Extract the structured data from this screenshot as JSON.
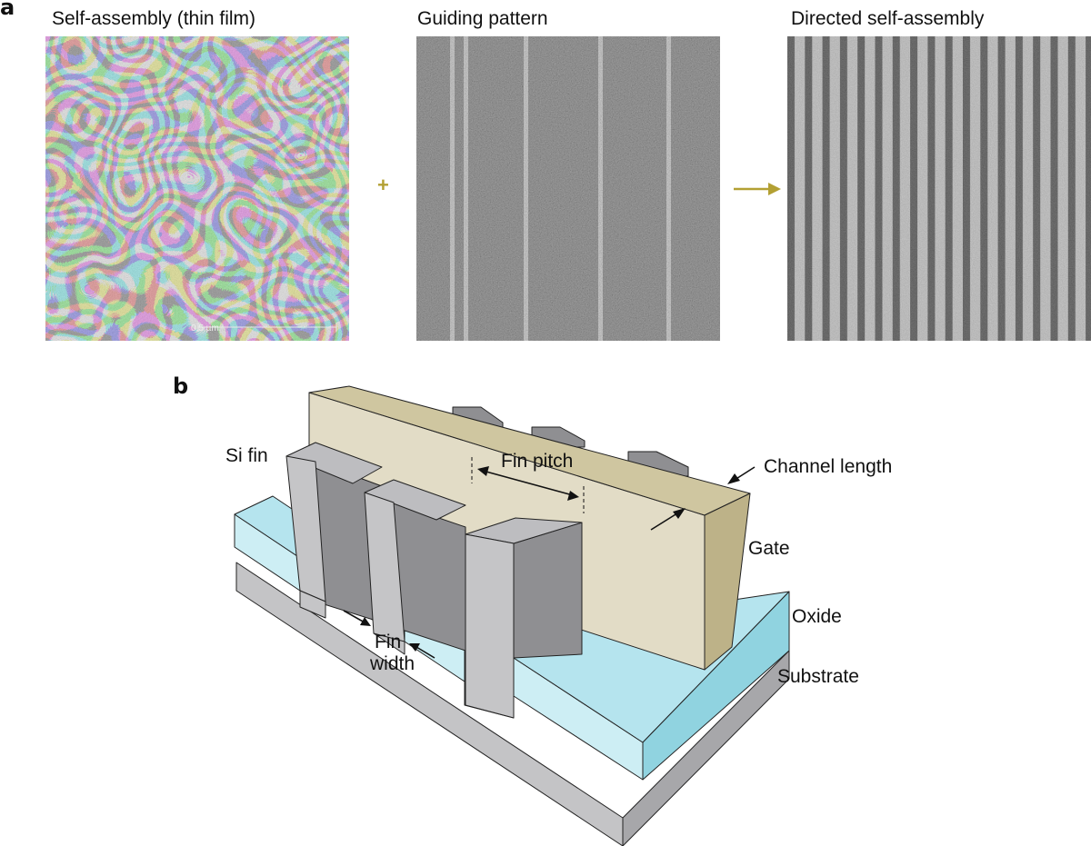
{
  "panel_a": {
    "letter": "a",
    "images": [
      {
        "title": "Self-assembly (thin film)",
        "scale_bar": "0.5 µm"
      },
      {
        "title": "Guiding pattern"
      },
      {
        "title": "Directed self-assembly"
      }
    ],
    "plus_symbol": "+",
    "accent_color": "#b3a033"
  },
  "panel_b": {
    "letter": "b",
    "labels": {
      "si_fin": "Si fin",
      "fin_pitch": "Fin pitch",
      "channel_length": "Channel length",
      "gate": "Gate",
      "oxide": "Oxide",
      "substrate": "Substrate",
      "fin_width_1": "Fin",
      "fin_width_2": "width"
    },
    "colors": {
      "substrate": "#c4c4c6",
      "oxide": "#cdeef4",
      "gate": "#e2dcc6",
      "fin": "#c5c5c7"
    }
  }
}
